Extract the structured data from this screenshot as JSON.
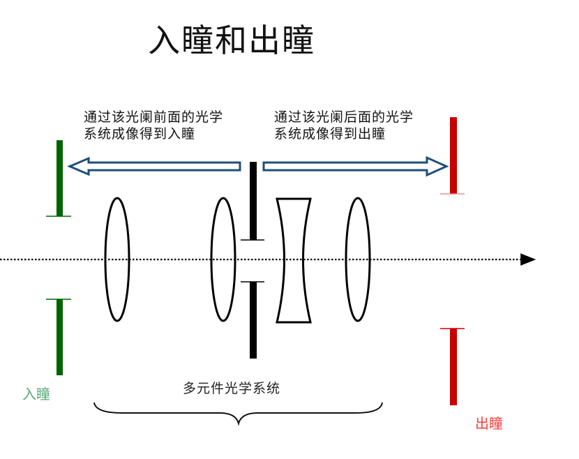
{
  "title": "入瞳和出瞳",
  "captions": {
    "front": [
      "通过该光阑前面的光学",
      "系统成像得到入瞳"
    ],
    "back": [
      "通过该光阑后面的光学",
      "系统成像得到出瞳"
    ]
  },
  "labels": {
    "system": "多元件光学系统",
    "entrance_pupil": "入瞳",
    "exit_pupil": "出瞳"
  },
  "colors": {
    "entrance_pupil": "#006400",
    "entrance_label": "#5aa878",
    "exit_pupil": "#c80000",
    "exit_label": "#ff3b3b",
    "arrow_outline": "#1f4e79",
    "stop": "#000000",
    "lens": "#000000"
  },
  "elements": [
    {
      "type": "convex-lens",
      "name": "lens-1"
    },
    {
      "type": "convex-lens",
      "name": "lens-2"
    },
    {
      "type": "aperture-stop",
      "name": "aperture-stop"
    },
    {
      "type": "concave-lens",
      "name": "lens-3"
    },
    {
      "type": "convex-lens",
      "name": "lens-4"
    }
  ]
}
